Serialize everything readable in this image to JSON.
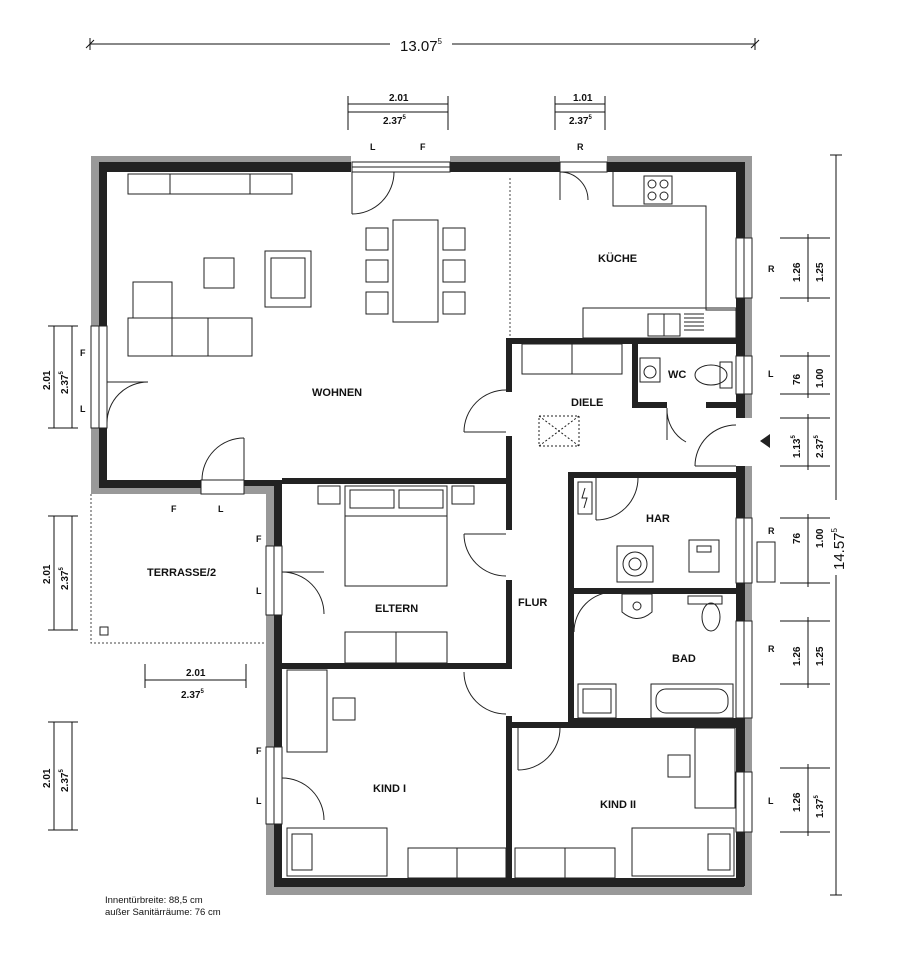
{
  "overall": {
    "width_label": "13.07",
    "width_sup": "5",
    "height_label": "14.57",
    "height_sup": "5"
  },
  "rooms": {
    "wohnen": "WOHNEN",
    "kueche": "KÜCHE",
    "wc": "WC",
    "diele": "DIELE",
    "har": "HAR",
    "eltern": "ELTERN",
    "flur": "FLUR",
    "bad": "BAD",
    "terrasse": "TERRASSE/2",
    "kind1": "KIND I",
    "kind2": "KIND II"
  },
  "top_dims": [
    {
      "top": "2.01",
      "bottom": "2.37",
      "sup": "5"
    },
    {
      "top": "1.01",
      "bottom": "2.37",
      "sup": "5"
    }
  ],
  "top_window_marks": [
    "L",
    "F",
    "R"
  ],
  "left_dims": [
    {
      "a": "2.01",
      "b": "2.37",
      "sup": "5"
    },
    {
      "a": "2.01",
      "b": "2.37",
      "sup": "5"
    },
    {
      "a": "2.01",
      "b": "2.37",
      "sup": "5"
    }
  ],
  "terrace_dim": {
    "top": "2.01",
    "bottom": "2.37",
    "sup": "5"
  },
  "right_dims": [
    {
      "a": "1.26",
      "b": "1.25",
      "mark": "R"
    },
    {
      "a": "76",
      "b": "1.00",
      "mark": "L"
    },
    {
      "a": "1.13",
      "a_sup": "5",
      "b": "2.37",
      "b_sup": "5"
    },
    {
      "a": "76",
      "b": "1.00",
      "mark": "R"
    },
    {
      "a": "1.26",
      "b": "1.25",
      "mark": "R"
    },
    {
      "a": "1.26",
      "b": "1.37",
      "b_sup": "5",
      "mark": "L"
    }
  ],
  "side_marks": {
    "wohnen_left": [
      "F",
      "L"
    ],
    "terrace_top": [
      "F",
      "L"
    ],
    "eltern_left": [
      "F",
      "L"
    ],
    "kind1_left": [
      "F",
      "L"
    ]
  },
  "notes": {
    "line1": "Innentürbreite: 88,5 cm",
    "line2": "außer Sanitärräume: 76 cm"
  }
}
